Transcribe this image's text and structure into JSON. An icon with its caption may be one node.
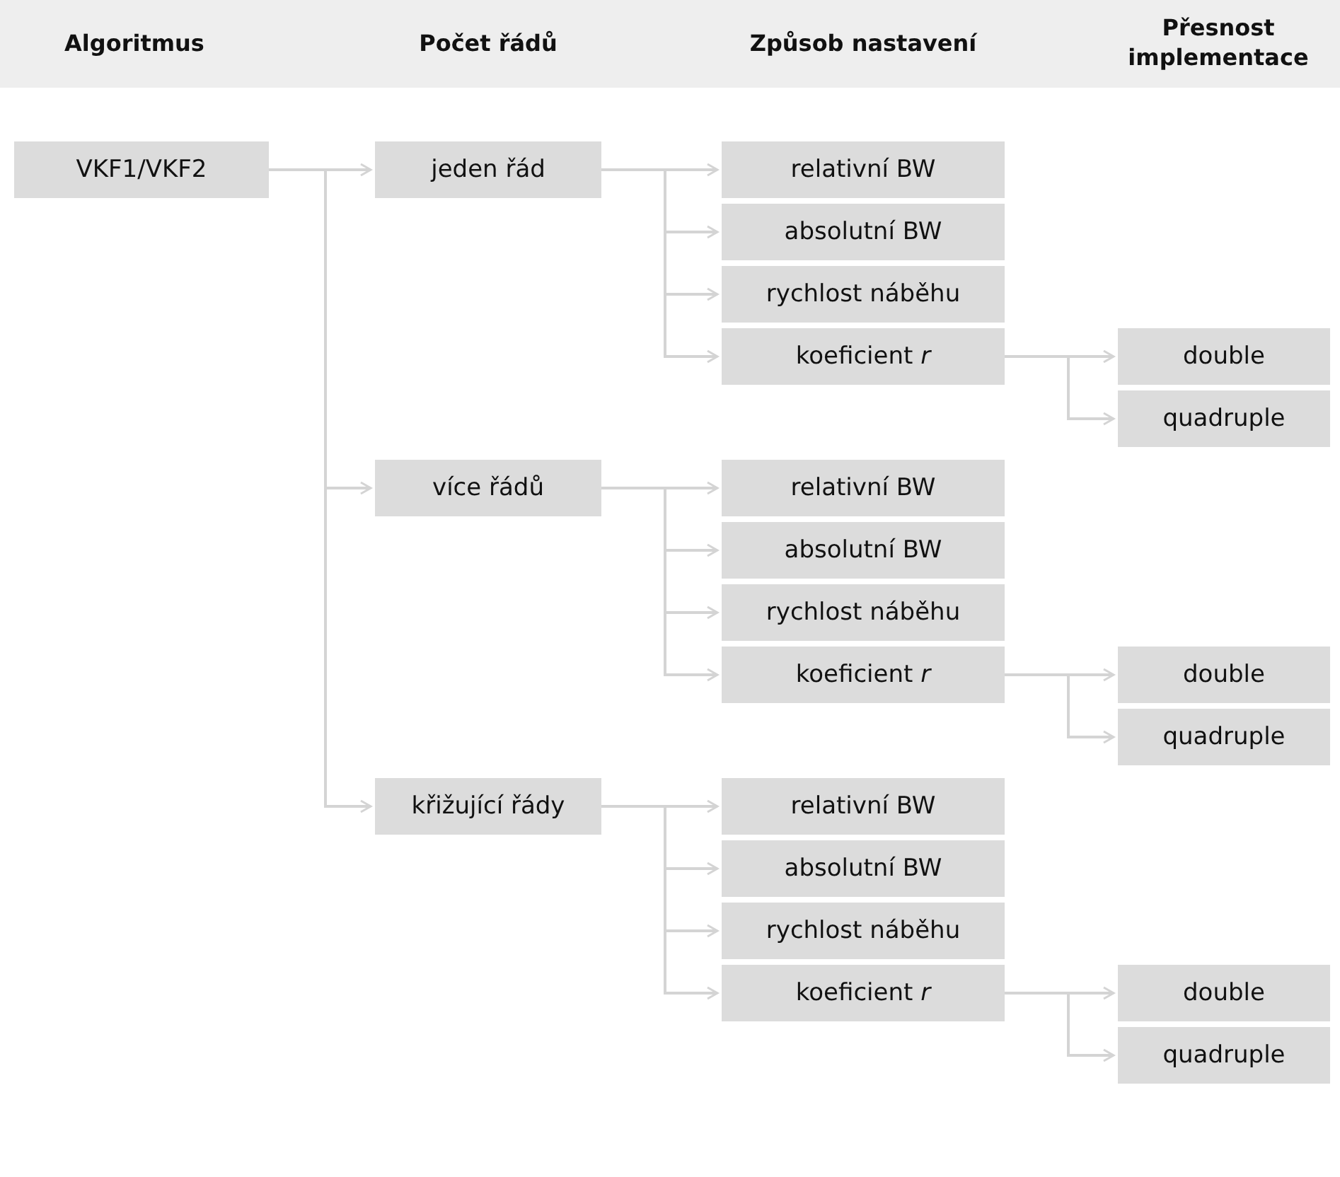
{
  "diagram": {
    "nodes": [
      {
        "text": [
          "VKF1/VKF2"
        ]
      },
      {
        "text": [
          "jeden řád"
        ]
      },
      {
        "text": [
          "relativní BW"
        ]
      },
      {
        "text": [
          "absolutní BW"
        ]
      },
      {
        "text": [
          "rychlost náběhu"
        ]
      },
      {
        "text": [
          "koeficient *r*"
        ]
      },
      {
        "text": [
          "double"
        ]
      },
      {
        "text": [
          "quadruple"
        ]
      },
      {
        "text": [
          "více řádů"
        ]
      },
      {
        "text": [
          "relativní BW"
        ]
      },
      {
        "text": [
          "absolutní BW"
        ]
      },
      {
        "text": [
          "rychlost náběhu"
        ]
      },
      {
        "text": [
          "koeficient *r*"
        ]
      },
      {
        "text": [
          "double"
        ]
      },
      {
        "text": [
          "quadruple"
        ]
      },
      {
        "text": [
          "křižující řády"
        ]
      },
      {
        "text": [
          "relativní BW"
        ]
      },
      {
        "text": [
          "absolutní BW"
        ]
      },
      {
        "text": [
          "rychlost náběhu"
        ]
      },
      {
        "text": [
          "koeficient *r*"
        ]
      },
      {
        "text": [
          "double"
        ]
      },
      {
        "text": [
          "quadruple"
        ]
      }
    ],
    "edges": [
      {
        "from": 0,
        "to": 1,
        "arrow": "to"
      },
      {
        "from": 0,
        "to": 8,
        "arrow": "to"
      },
      {
        "from": 0,
        "to": 15,
        "arrow": "to"
      },
      {
        "from": 1,
        "to": 2,
        "arrow": "to"
      },
      {
        "from": 1,
        "to": 3,
        "arrow": "to"
      },
      {
        "from": 1,
        "to": 4,
        "arrow": "to"
      },
      {
        "from": 1,
        "to": 5,
        "arrow": "to"
      },
      {
        "from": 5,
        "to": 6,
        "arrow": "to"
      },
      {
        "from": 5,
        "to": 7,
        "arrow": "to"
      },
      {
        "from": 8,
        "to": 9,
        "arrow": "to"
      },
      {
        "from": 8,
        "to": 10,
        "arrow": "to"
      },
      {
        "from": 8,
        "to": 11,
        "arrow": "to"
      },
      {
        "from": 8,
        "to": 12,
        "arrow": "to"
      },
      {
        "from": 12,
        "to": 13,
        "arrow": "to"
      },
      {
        "from": 12,
        "to": 14,
        "arrow": "to"
      },
      {
        "from": 15,
        "to": 16,
        "arrow": "to"
      },
      {
        "from": 15,
        "to": 17,
        "arrow": "to"
      },
      {
        "from": 15,
        "to": 18,
        "arrow": "to"
      },
      {
        "from": 15,
        "to": 19,
        "arrow": "to"
      },
      {
        "from": 19,
        "to": 20,
        "arrow": "to"
      },
      {
        "from": 19,
        "to": 21,
        "arrow": "to"
      }
    ],
    "labels": [
      "Algoritmus",
      "Počet řádů",
      "Způsob nastavení",
      "Přesnost implementace"
    ]
  }
}
